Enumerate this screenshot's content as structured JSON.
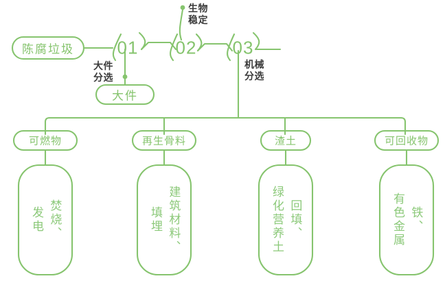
{
  "theme": {
    "accent": "#86c46e",
    "accent_light": "#9ed18a",
    "text_dark": "#3a3a3a",
    "background": "#ffffff"
  },
  "diagram": {
    "type": "process-flow",
    "title_node": {
      "label": "陈腐垃圾",
      "name": "start-node"
    },
    "steps": [
      {
        "id": "01",
        "number": "01",
        "caption": "大件\n分选",
        "caption_position": "below-left"
      },
      {
        "id": "02",
        "number": "02",
        "caption": "生物\n稳定",
        "caption_position": "above-right"
      },
      {
        "id": "03",
        "number": "03",
        "caption": "机械\n分选",
        "caption_position": "below-right"
      }
    ],
    "side_output": {
      "label": "大件",
      "from_step": "01"
    },
    "outputs": [
      {
        "pill": "可燃物",
        "detail": "焚烧、\n发电"
      },
      {
        "pill": "再生骨料",
        "detail": "建筑材料、\n填埋"
      },
      {
        "pill": "渣土",
        "detail": "回填、\n绿化营养土"
      },
      {
        "pill": "可回收物",
        "detail": "铁、\n有色金属"
      }
    ]
  }
}
